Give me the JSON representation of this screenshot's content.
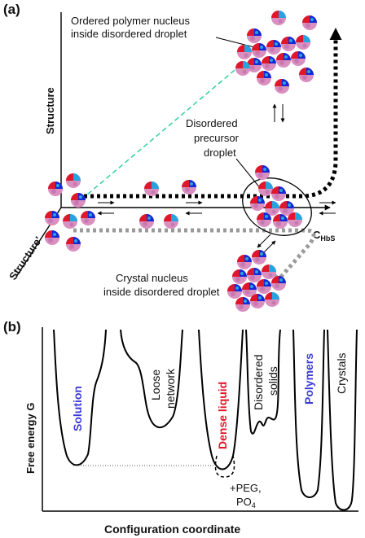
{
  "panel_a": {
    "label": "(a)",
    "axis_structure": "Structure",
    "axis_structure_prime": "Structure'",
    "axis_c": "C",
    "axis_c_sub": "HbS",
    "text_ordered_1": "Ordered polymer nucleus",
    "text_ordered_2": "inside disordered droplet",
    "text_precursor_1": "Disordered",
    "text_precursor_2": "precursor",
    "text_precursor_3": "droplet",
    "text_crystal_1": "Crystal nucleus",
    "text_crystal_2": "inside disordered droplet"
  },
  "panel_b": {
    "label": "(b)",
    "ylabel": "Free energy G",
    "xlabel": "Configuration coordinate",
    "well_solution": "Solution",
    "well_loose_1": "Loose",
    "well_loose_2": "network",
    "well_dense": "Dense liquid",
    "well_disordered_1": "Disordered",
    "well_disordered_2": "solids",
    "well_polymers": "Polymers",
    "well_crystals": "Crystals",
    "note_1": "+PEG,",
    "note_2": "PO",
    "note_2_sub": "4"
  },
  "colors": {
    "molecule_pink": "#d98fc0",
    "molecule_red": "#e0162b",
    "molecule_blue": "#1428d6",
    "molecule_cyan": "#29a3e0",
    "accent_blue_text": "#3b3bd9",
    "accent_red_text": "#e0162b",
    "green_dashed": "#2fd0a0",
    "gray_dashed": "#9a9a9a"
  }
}
